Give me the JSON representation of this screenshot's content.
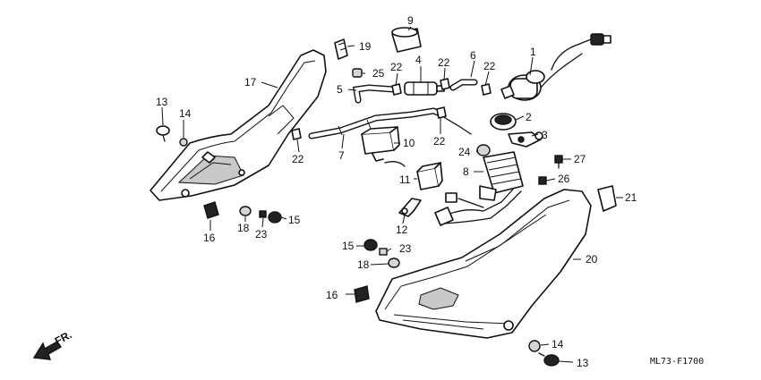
{
  "callouts": {
    "c1": "1",
    "c2": "2",
    "c3": "3",
    "c4": "4",
    "c5": "5",
    "c6": "6",
    "c7": "7",
    "c8": "8",
    "c9": "9",
    "c10": "10",
    "c11": "11",
    "c12": "12",
    "c13a": "13",
    "c13b": "13",
    "c14a": "14",
    "c14b": "14",
    "c15a": "15",
    "c15b": "15",
    "c16a": "16",
    "c16b": "16",
    "c17": "17",
    "c18a": "18",
    "c18b": "18",
    "c19": "19",
    "c20": "20",
    "c21": "21",
    "c22a": "22",
    "c22b": "22",
    "c22c": "22",
    "c22d": "22",
    "c22e": "22",
    "c23a": "23",
    "c23b": "23",
    "c24": "24",
    "c25": "25",
    "c26": "26",
    "c27": "27"
  },
  "direction_label": "FR.",
  "diagram_code": "ML73-F1700"
}
